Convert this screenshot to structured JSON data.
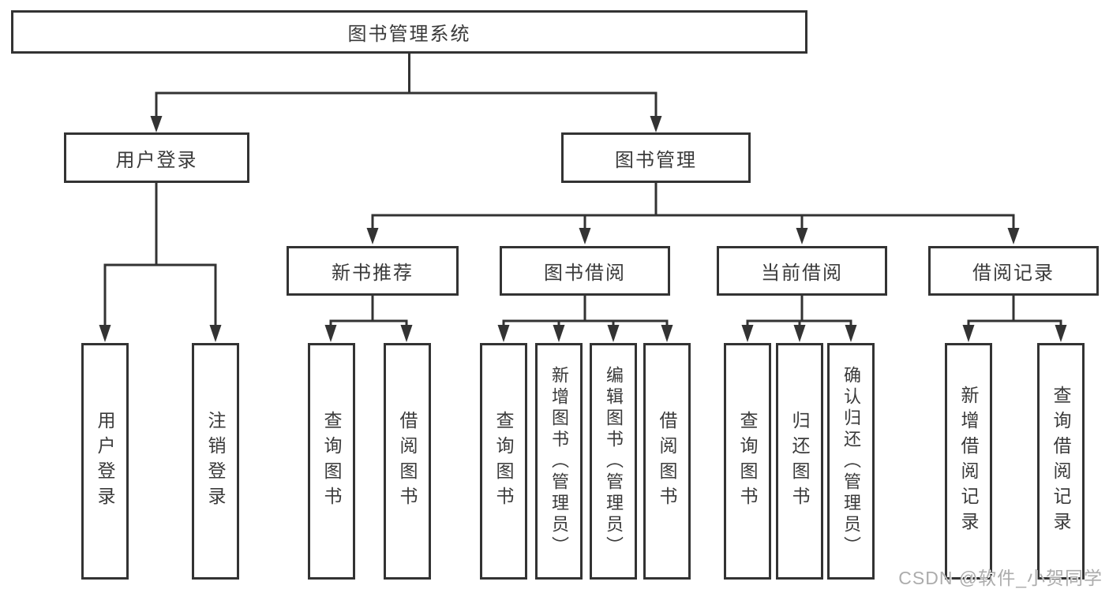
{
  "tree": {
    "label": "图书管理系统",
    "children": [
      {
        "label": "用户登录",
        "children": [
          {
            "label": "用户登录"
          },
          {
            "label": "注销登录"
          }
        ]
      },
      {
        "label": "图书管理",
        "children": [
          {
            "label": "新书推荐",
            "children": [
              {
                "label": "查询图书"
              },
              {
                "label": "借阅图书"
              }
            ]
          },
          {
            "label": "图书借阅",
            "children": [
              {
                "label": "查询图书"
              },
              {
                "label": "新增图书（管理员）"
              },
              {
                "label": "编辑图书（管理员）"
              },
              {
                "label": "借阅图书"
              }
            ]
          },
          {
            "label": "当前借阅",
            "children": [
              {
                "label": "查询图书"
              },
              {
                "label": "归还图书"
              },
              {
                "label": "确认归还（管理员）"
              }
            ]
          },
          {
            "label": "借阅记录",
            "children": [
              {
                "label": "新增借阅记录"
              },
              {
                "label": "查询借阅记录"
              }
            ]
          }
        ]
      }
    ]
  },
  "watermark": {
    "text": "CSDN @软件_小贺同学"
  },
  "colors": {
    "line": "#333333",
    "text": "#3a3a3a",
    "watermark": "#acacac",
    "background": "#ffffff"
  }
}
